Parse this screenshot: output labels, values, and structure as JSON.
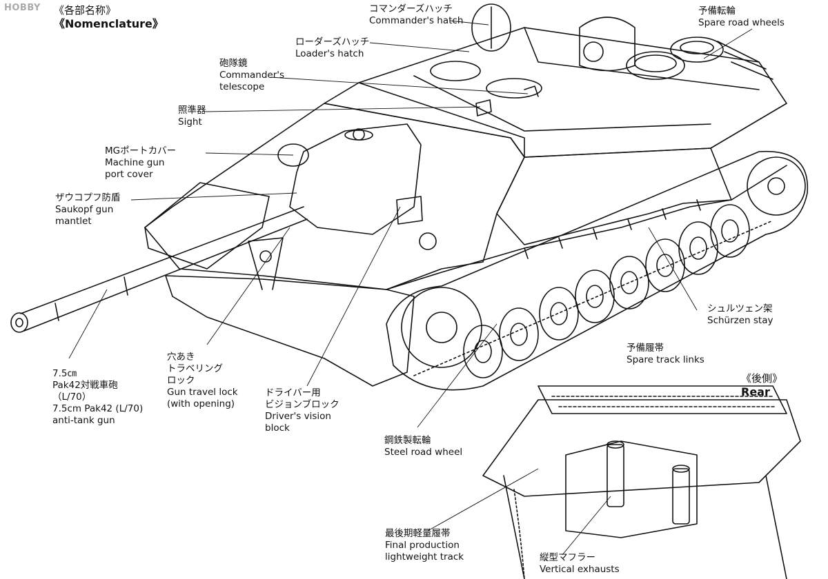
{
  "watermark": "HOBBY",
  "title": {
    "jp": "《各部名称》",
    "en": "《Nomenclature》"
  },
  "rear_title": {
    "jp": "《後側》",
    "en": "Rear"
  },
  "labels": {
    "commander_hatch": {
      "jp": "コマンダーズハッチ",
      "en": "Commander's hatch"
    },
    "loader_hatch": {
      "jp": "ローダーズハッチ",
      "en": "Loader's hatch"
    },
    "commander_telescope": {
      "jp": "砲隊鏡",
      "en1": "Commander's",
      "en2": "telescope"
    },
    "sight": {
      "jp": "照準器",
      "en": "Sight"
    },
    "mg_port": {
      "jp": "MGポートカバー",
      "en1": "Machine gun",
      "en2": "port cover"
    },
    "mantlet": {
      "jp": "ザウコプフ防盾",
      "en1": "Saukopf gun",
      "en2": "mantlet"
    },
    "spare_wheels": {
      "jp": "予備転輪",
      "en": "Spare road wheels"
    },
    "schurzen": {
      "jp": "シュルツェン架",
      "en": "Schürzen stay"
    },
    "spare_tracks": {
      "jp": "予備履帯",
      "en": "Spare track links"
    },
    "gun": {
      "l1": "7.5㎝",
      "l2": "Pak42対戦車砲",
      "l3": "（L/70）",
      "l4": "7.5cm Pak42 (L/70)",
      "l5": "anti-tank gun"
    },
    "travel_lock": {
      "jp1": "穴あき",
      "jp2": "トラベリング",
      "jp3": "ロック",
      "en1": "Gun travel lock",
      "en2": "(with opening)"
    },
    "vision_block": {
      "jp1": "ドライバー用",
      "jp2": "ビジョンブロック",
      "en1": "Driver's vision",
      "en2": "block"
    },
    "road_wheel": {
      "jp": "鋼鉄製転輪",
      "en": "Steel road wheel"
    },
    "track": {
      "jp": "最後期軽量履帯",
      "en1": "Final production",
      "en2": "lightweight track"
    },
    "exhausts": {
      "jp": "縦型マフラー",
      "en": "Vertical exhausts"
    }
  }
}
